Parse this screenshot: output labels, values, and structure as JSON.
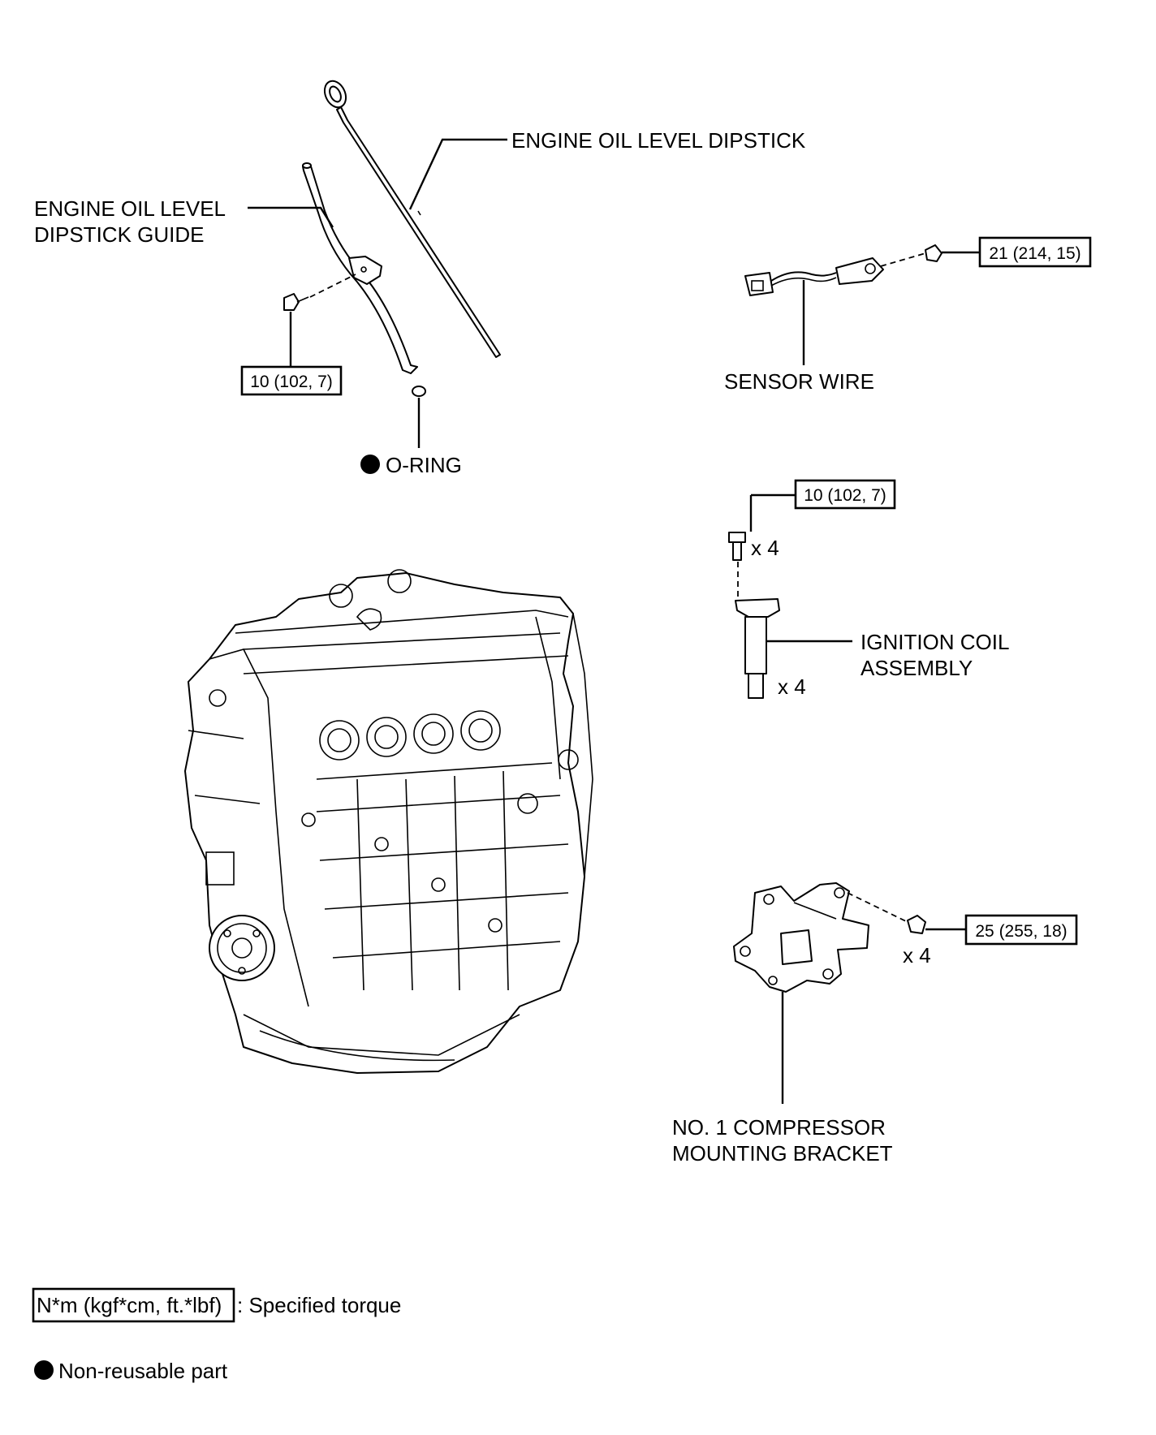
{
  "labels": {
    "dipstick": "ENGINE OIL LEVEL DIPSTICK",
    "guide_line1": "ENGINE OIL LEVEL",
    "guide_line2": "DIPSTICK GUIDE",
    "sensor_wire": "SENSOR WIRE",
    "o_ring": "O-RING",
    "ignition_line1": "IGNITION COIL",
    "ignition_line2": "ASSEMBLY",
    "bracket_line1": "NO. 1 COMPRESSOR",
    "bracket_line2": "MOUNTING BRACKET"
  },
  "torques": {
    "guide_bolt": "10 (102, 7)",
    "sensor_bolt": "21 (214, 15)",
    "coil_bolt": "10 (102, 7)",
    "bracket_bolt": "25 (255, 18)"
  },
  "quantities": {
    "coil_bolt": "x 4",
    "coil": "x 4",
    "bracket_bolt": "x 4"
  },
  "legend": {
    "torque_unit": "N*m (kgf*cm, ft.*lbf)",
    "torque_desc": ": Specified torque",
    "nonreusable_desc": "Non-reusable part"
  }
}
